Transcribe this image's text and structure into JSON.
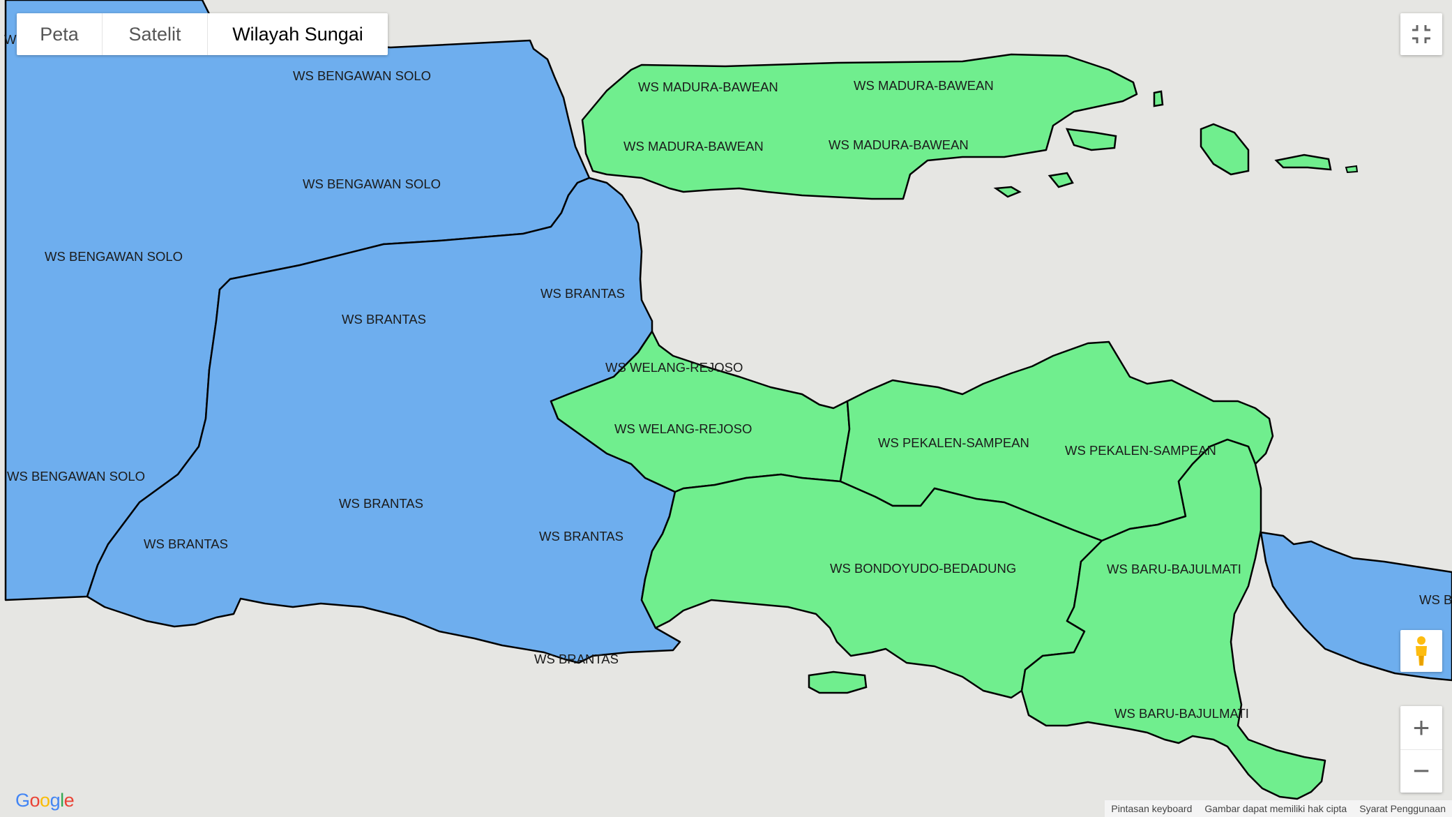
{
  "map_type_control": {
    "tabs": [
      {
        "label": "Peta",
        "active": false
      },
      {
        "label": "Satelit",
        "active": false
      },
      {
        "label": "Wilayah Sungai",
        "active": true
      }
    ]
  },
  "regions": {
    "bengawan_solo": {
      "fill": "#6eaeee",
      "labels": [
        "WS BENGAWAN SOLO",
        "WS BENGAWAN SOLO",
        "WS BENGAWAN SOLO",
        "WS BENGAWAN SOLO"
      ]
    },
    "brantas": {
      "fill": "#6eaeee",
      "labels": [
        "WS BRANTAS",
        "WS BRANTAS",
        "WS BRANTAS",
        "WS BRANTAS",
        "WS BRANTAS",
        "WS BRANTAS"
      ]
    },
    "madura_bawean": {
      "fill": "#70ee8e",
      "labels": [
        "WS MADURA-BAWEAN",
        "WS MADURA-BAWEAN",
        "WS MADURA-BAWEAN",
        "WS MADURA-BAWEAN"
      ]
    },
    "welang_rejoso": {
      "fill": "#70ee8e",
      "labels": [
        "WS WELANG-REJOSO",
        "WS WELANG-REJOSO"
      ]
    },
    "pekalen_sampean": {
      "fill": "#70ee8e",
      "labels": [
        "WS PEKALEN-SAMPEAN",
        "WS PEKALEN-SAMPEAN"
      ]
    },
    "bondoyudo_bedadung": {
      "fill": "#70ee8e",
      "labels": [
        "WS BONDOYUDO-BEDADUNG"
      ]
    },
    "baru_bajulmati": {
      "fill": "#70ee8e",
      "labels": [
        "WS BARU-BAJULMATI",
        "WS BARU-BAJULMATI"
      ]
    },
    "bali_partial": {
      "fill": "#6eaeee",
      "labels": [
        "WS B"
      ]
    },
    "clipped_edge_label": "WS"
  },
  "land_color": "#e6e6e3",
  "controls": {
    "fullscreen_icon": "exit-fullscreen-icon",
    "pegman_icon": "pegman-icon",
    "zoom_in_symbol": "+",
    "zoom_out_symbol": "−"
  },
  "attribution": {
    "logo_letters": [
      {
        "ch": "G",
        "color": "#4285f4"
      },
      {
        "ch": "o",
        "color": "#ea4335"
      },
      {
        "ch": "o",
        "color": "#fbbc05"
      },
      {
        "ch": "g",
        "color": "#4285f4"
      },
      {
        "ch": "l",
        "color": "#34a853"
      },
      {
        "ch": "e",
        "color": "#ea4335"
      }
    ],
    "keyboard_shortcuts": "Pintasan keyboard",
    "copyright": "Gambar dapat memiliki hak cipta",
    "terms": "Syarat Penggunaan"
  }
}
